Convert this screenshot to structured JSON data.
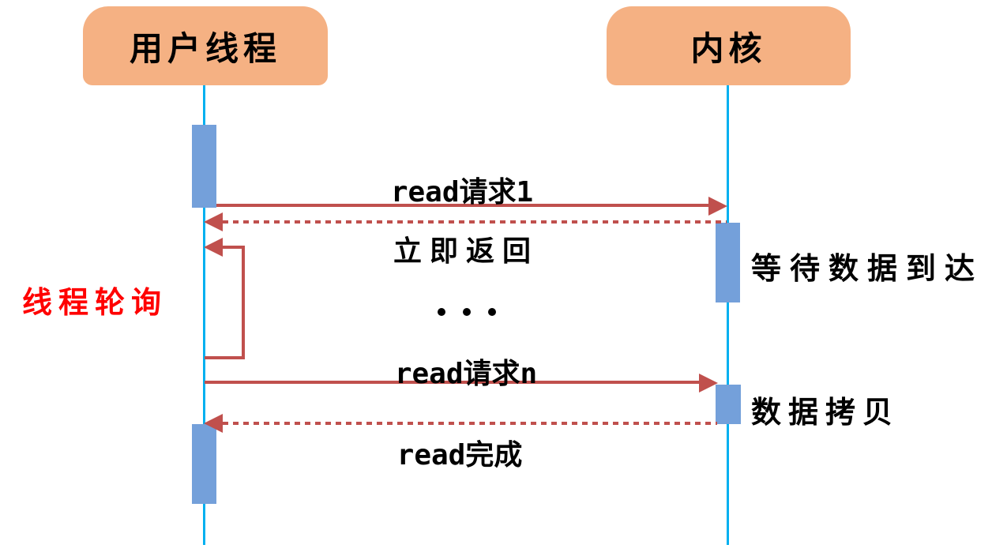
{
  "diagram": {
    "type": "sequence",
    "actors": [
      {
        "id": "user-thread",
        "label": "用户线程"
      },
      {
        "id": "kernel",
        "label": "内核"
      }
    ],
    "messages": [
      {
        "id": "read-request-1",
        "label": "read请求1",
        "from": "用户线程",
        "to": "内核",
        "style": "solid-arrow"
      },
      {
        "id": "immediate-return",
        "label": "立即返回",
        "from": "内核",
        "to": "用户线程",
        "style": "dashed-arrow"
      },
      {
        "id": "thread-polling",
        "label": "线程轮询",
        "from": "用户线程",
        "to": "用户线程",
        "style": "self-loop"
      },
      {
        "id": "ellipsis",
        "label": "· · ·",
        "style": "dots"
      },
      {
        "id": "read-request-n",
        "label": "read请求n",
        "from": "用户线程",
        "to": "内核",
        "style": "solid-arrow"
      },
      {
        "id": "read-complete",
        "label": "read完成",
        "from": "内核",
        "to": "用户线程",
        "style": "dashed-arrow"
      }
    ],
    "annotations": [
      {
        "id": "wait-for-data",
        "label": "等待数据到达",
        "attached_to": "内核"
      },
      {
        "id": "data-copy",
        "label": "数据拷贝",
        "attached_to": "内核"
      }
    ],
    "colors": {
      "actor_fill": "#F5B183",
      "lifeline": "#00B0F0",
      "activation_fill": "#74A0DA",
      "arrow": "#C0504D",
      "polling_label": "#FF0000",
      "text": "#000000",
      "background": "#FFFFFF"
    }
  }
}
